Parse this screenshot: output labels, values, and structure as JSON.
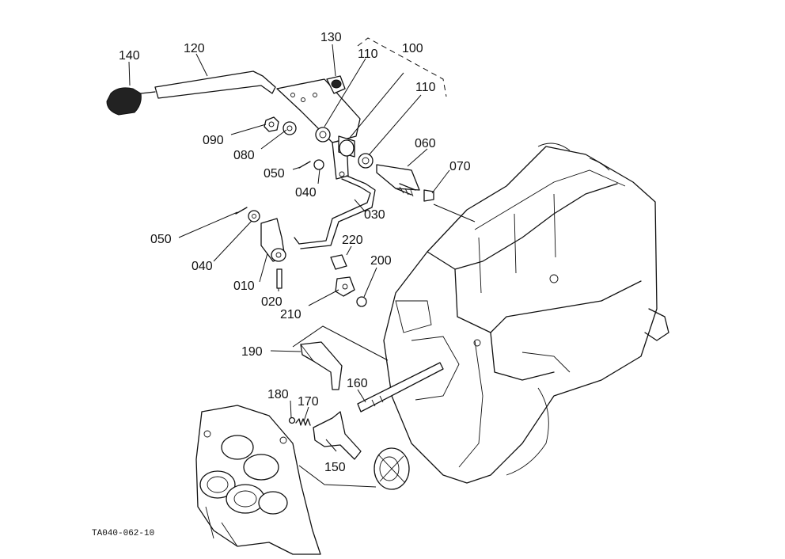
{
  "callouts": {
    "c010": "010",
    "c020": "020",
    "c030": "030",
    "c040a": "040",
    "c040b": "040",
    "c050a": "050",
    "c050b": "050",
    "c060": "060",
    "c070": "070",
    "c080": "080",
    "c090": "090",
    "c100": "100",
    "c110a": "110",
    "c110b": "110",
    "c120": "120",
    "c130": "130",
    "c140": "140",
    "c150": "150",
    "c160": "160",
    "c170": "170",
    "c180": "180",
    "c190": "190",
    "c200": "200",
    "c210": "210",
    "c220": "220"
  },
  "figure_ref": "TA040-062-10"
}
